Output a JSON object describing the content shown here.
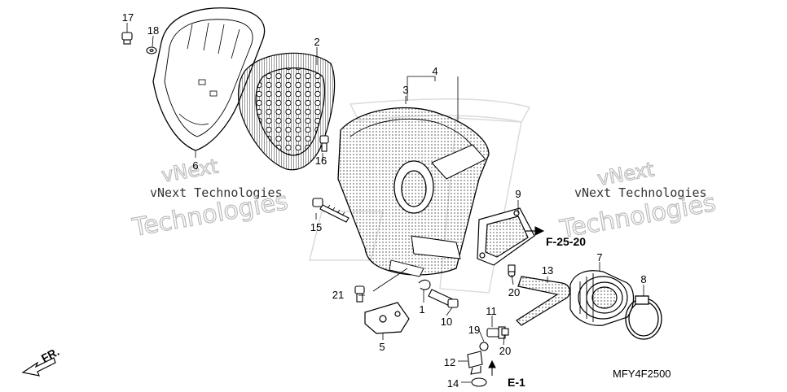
{
  "watermark": {
    "small_text": "vNext Technologies",
    "big_line1": "vNext",
    "big_line2": "Technologies"
  },
  "part_labels": {
    "p1": "1",
    "p2": "2",
    "p3": "3",
    "p4": "4",
    "p5": "5",
    "p6": "6",
    "p7": "7",
    "p8": "8",
    "p9": "9",
    "p10": "10",
    "p11": "11",
    "p12": "12",
    "p13": "13",
    "p14": "14",
    "p15": "15",
    "p16": "16",
    "p17": "17",
    "p18": "18",
    "p19": "19",
    "p20a": "20",
    "p20b": "20",
    "p21": "21"
  },
  "references": {
    "f2520": "F-25-20",
    "e1": "E-1",
    "front": "FR."
  },
  "diagram_code": "MFY4F2500"
}
